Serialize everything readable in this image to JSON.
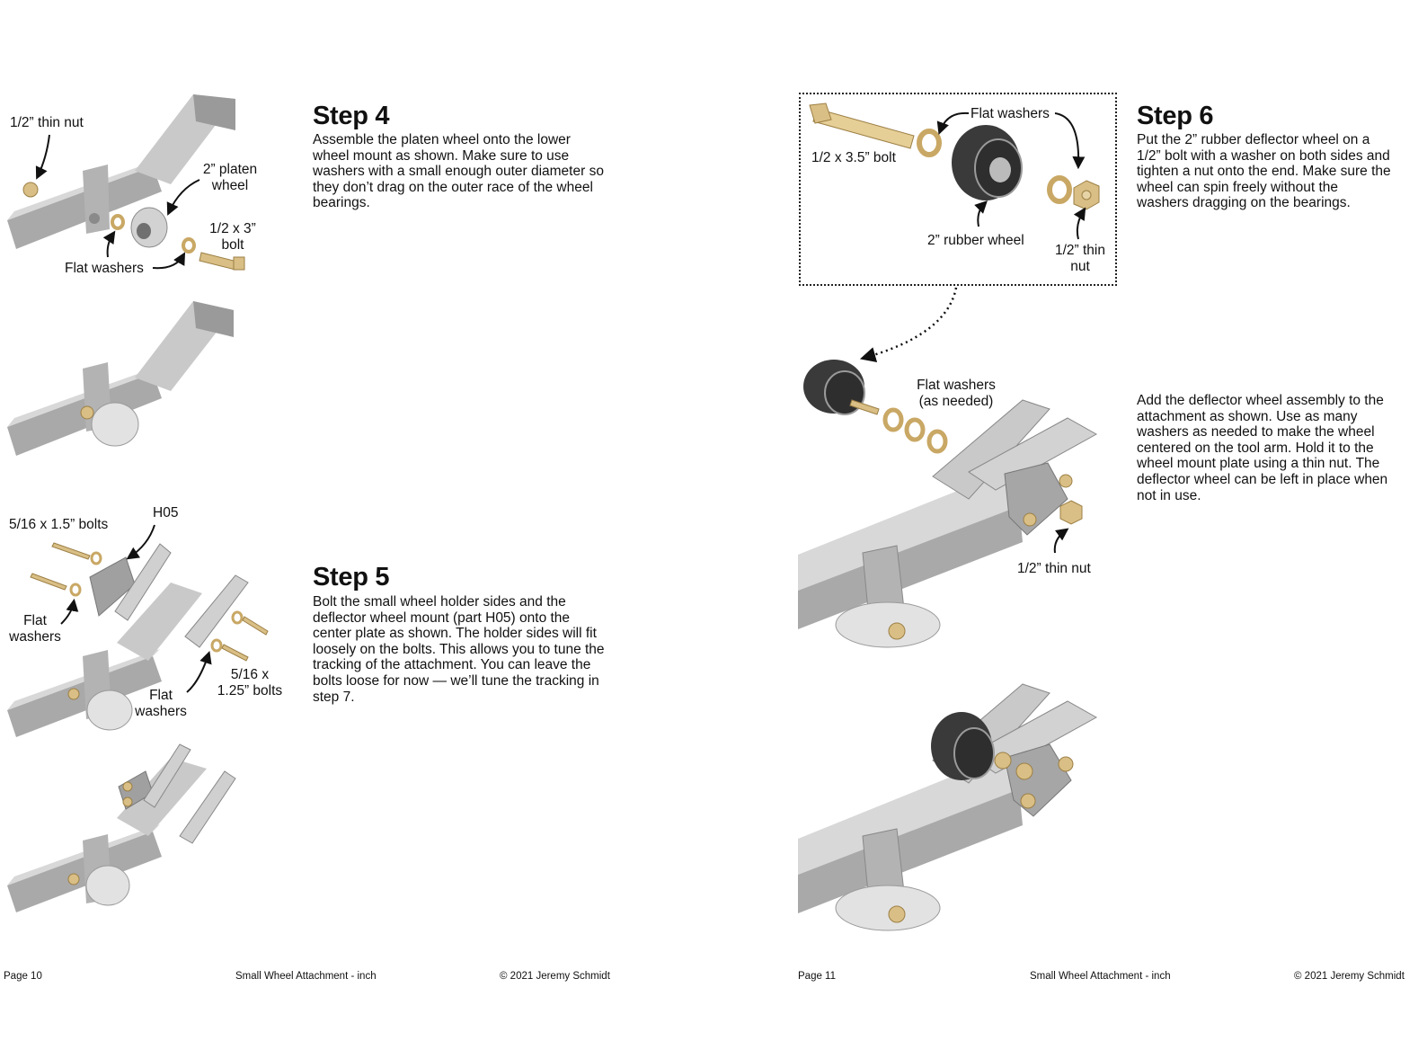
{
  "pages": [
    {
      "footer": {
        "page": "Page 10",
        "doc_title": "Small Wheel Attachment - inch",
        "copyright": "© 2021 Jeremy Schmidt"
      },
      "steps": [
        {
          "title": "Step 4",
          "text": "Assemble the platen wheel onto the lower wheel mount as shown. Make sure to use washers with a small enough outer diameter so they don’t drag on the outer race of the wheel bearings."
        },
        {
          "title": "Step 5",
          "text": "Bolt the small wheel holder sides and the deflector wheel mount (part H05) onto the center plate as shown. The holder sides will fit loosely on the bolts. This allows you to tune the tracking of the attachment. You can leave the bolts loose for now — we’ll tune the tracking in step 7."
        }
      ],
      "labels": {
        "step4_thin_nut": "1/2” thin nut",
        "step4_platen_wheel": "2” platen wheel",
        "step4_bolt": "1/2 x 3” bolt",
        "step4_flat_washers": "Flat washers",
        "step5_bolts_a": "5/16 x 1.5” bolts",
        "step5_part": "H05",
        "step5_washers_a": "Flat washers",
        "step5_washers_b": "Flat washers",
        "step5_bolts_b": "5/16 x 1.25” bolts"
      }
    },
    {
      "footer": {
        "page": "Page 11",
        "doc_title": "Small Wheel Attachment - inch",
        "copyright": "© 2021 Jeremy Schmidt"
      },
      "steps": [
        {
          "title": "Step 6",
          "text": "Put the 2” rubber deflector wheel on a 1/2” bolt with a washer on both sides and tighten a nut onto the end. Make sure the wheel can spin freely without the washers dragging on the bearings.",
          "text2": "Add the deflector wheel assembly to the attachment as shown. Use as many washers as needed to make the wheel centered on the tool arm. Hold it to the wheel mount plate using a thin nut. The deflector wheel can be left in place when not in use."
        }
      ],
      "labels": {
        "step6_bolt": "1/2 x 3.5” bolt",
        "step6_flat_washers": "Flat washers",
        "step6_rubber_wheel": "2” rubber wheel",
        "step6_thin_nut": "1/2” thin nut",
        "step6_flat_washers_needed": "Flat washers (as needed)",
        "step6_thin_nut_2": "1/2” thin nut"
      }
    }
  ],
  "colors": {
    "metal_top": "#d8d8d8",
    "metal_side": "#a9a9a9",
    "metal_dark": "#8f8f8f",
    "brass": "#d9bf85",
    "brass_dark": "#9c7f45",
    "rubber": "#3a3a3a"
  },
  "icons": [
    "arrow-icon",
    "dotted-arrow-icon"
  ]
}
